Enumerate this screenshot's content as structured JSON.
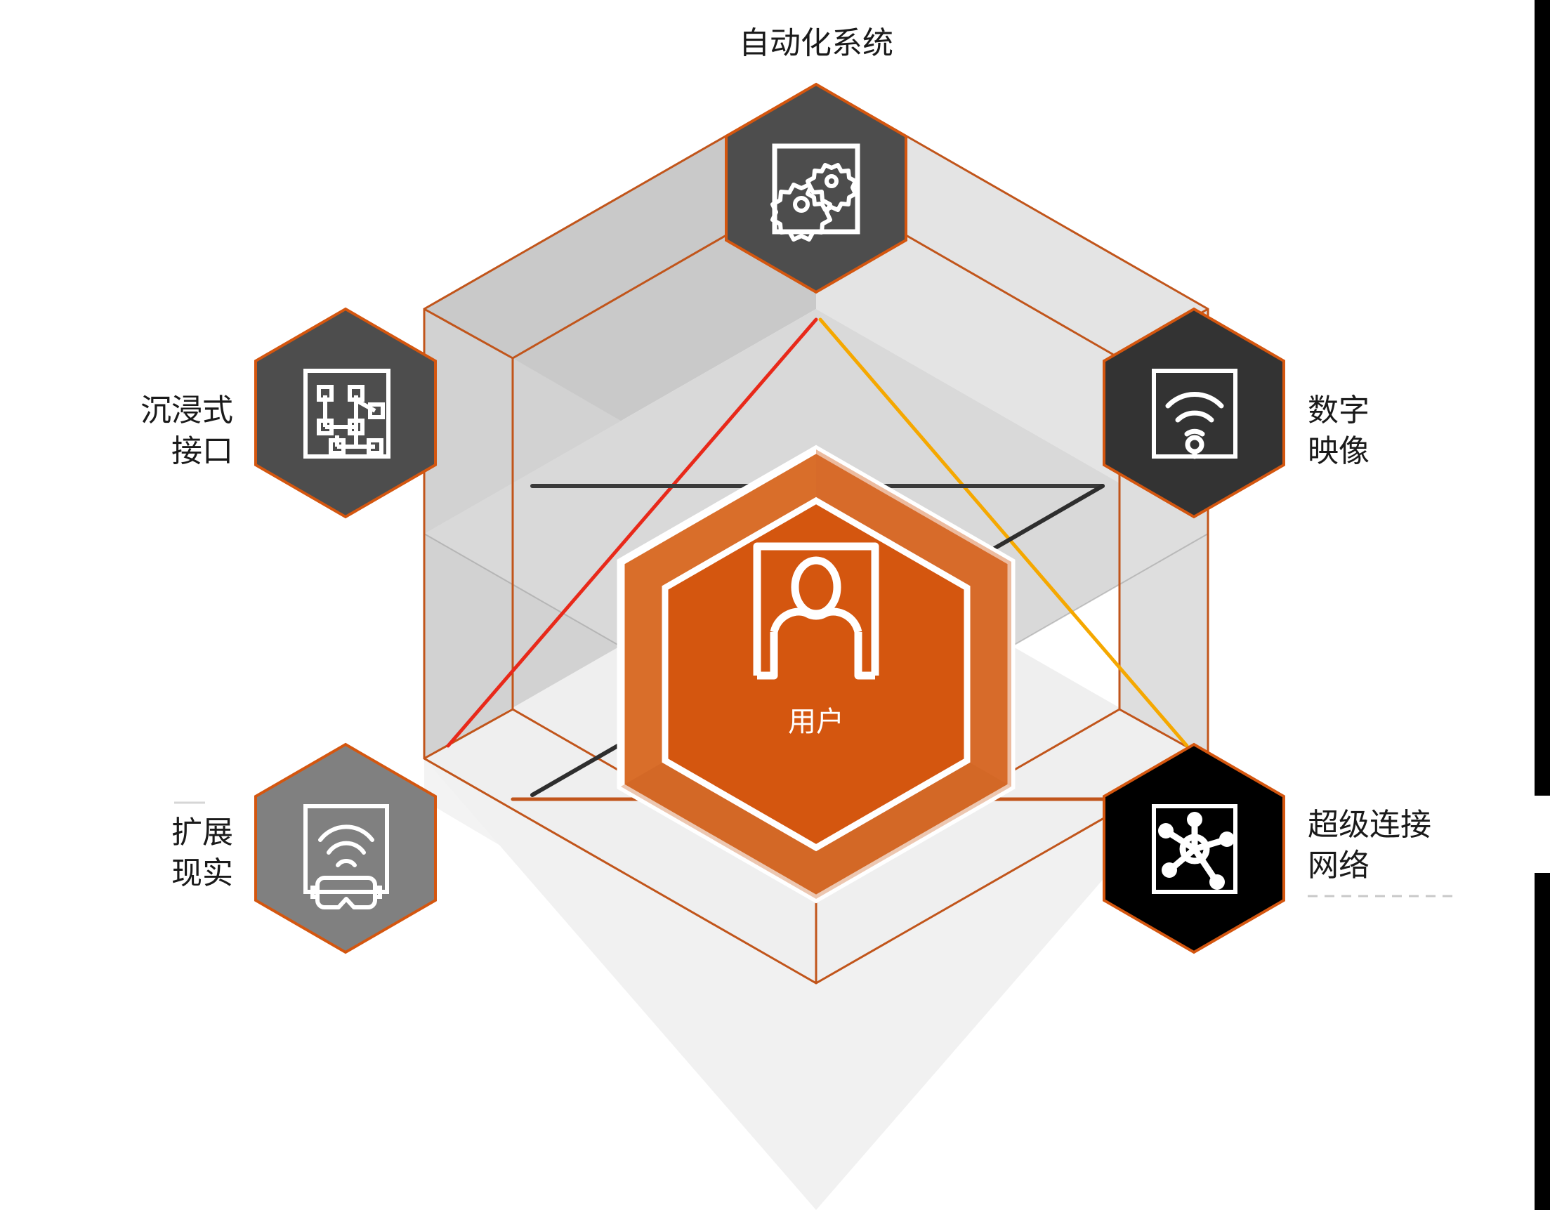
{
  "diagram": {
    "type": "hexagon-ecosystem",
    "center": {
      "label": "用户",
      "icon": "user-portrait-icon",
      "fill": "#D4560F",
      "fill_outer": "#D96E2A"
    },
    "nodes": [
      {
        "id": "automation-systems",
        "label": "自动化系统",
        "label_lines": [
          "自动化系统"
        ],
        "icon": "gears-icon",
        "position": "top",
        "fill": "#4D4D4D",
        "stroke": "#D4560F",
        "label_align": "center"
      },
      {
        "id": "immersive-interface",
        "label": "沉浸式接口",
        "label_lines": [
          "沉浸式",
          "接口"
        ],
        "icon": "network-nodes-icon",
        "position": "top-left",
        "fill": "#4D4D4D",
        "stroke": "#D4560F",
        "label_align": "right"
      },
      {
        "id": "digital-mirror",
        "label": "数字映像",
        "label_lines": [
          "数字",
          "映像"
        ],
        "icon": "wireless-signal-icon",
        "position": "top-right",
        "fill": "#333333",
        "stroke": "#D4560F",
        "label_align": "left"
      },
      {
        "id": "extended-reality",
        "label": "扩展现实",
        "label_lines": [
          "扩展",
          "现实"
        ],
        "icon": "vr-goggles-icon",
        "position": "bottom-left",
        "fill": "#808080",
        "stroke": "#D4560F",
        "label_align": "right"
      },
      {
        "id": "hyperconnected-network",
        "label": "超级连接网络",
        "label_lines": [
          "超级连接",
          "网络"
        ],
        "icon": "hub-spoke-icon",
        "position": "bottom-right",
        "fill": "#000000",
        "stroke": "#D4560F",
        "label_align": "left"
      }
    ],
    "palette": {
      "accent_orange": "#D4560F",
      "center_orange": "#D4560F",
      "center_orange_light": "#D96E2A",
      "facet_gray_dark": "#C4C4C4",
      "facet_gray_mid": "#D4D4D4",
      "facet_gray_light": "#E2E2E2",
      "facet_gray_pale": "#EFEFEF",
      "facet_gray_palest": "#F4F4F4",
      "connector_red": "#E8291A",
      "connector_amber": "#F5A800",
      "connector_dark": "#333333",
      "hex_dark": "#4D4D4D",
      "hex_darker": "#333333",
      "hex_mid": "#808080",
      "hex_black": "#000000",
      "text": "#1a1a1a"
    },
    "connectors": [
      {
        "from": "automation-systems",
        "to": "extended-reality",
        "color": "#E8291A"
      },
      {
        "from": "automation-systems",
        "to": "hyperconnected-network",
        "color": "#F5A800"
      },
      {
        "from": "immersive-interface",
        "to": "digital-mirror",
        "color": "#333333"
      },
      {
        "from": "extended-reality",
        "to": "digital-mirror",
        "color": "#333333"
      }
    ]
  },
  "artifacts": {
    "right_edge_bars": 2
  }
}
